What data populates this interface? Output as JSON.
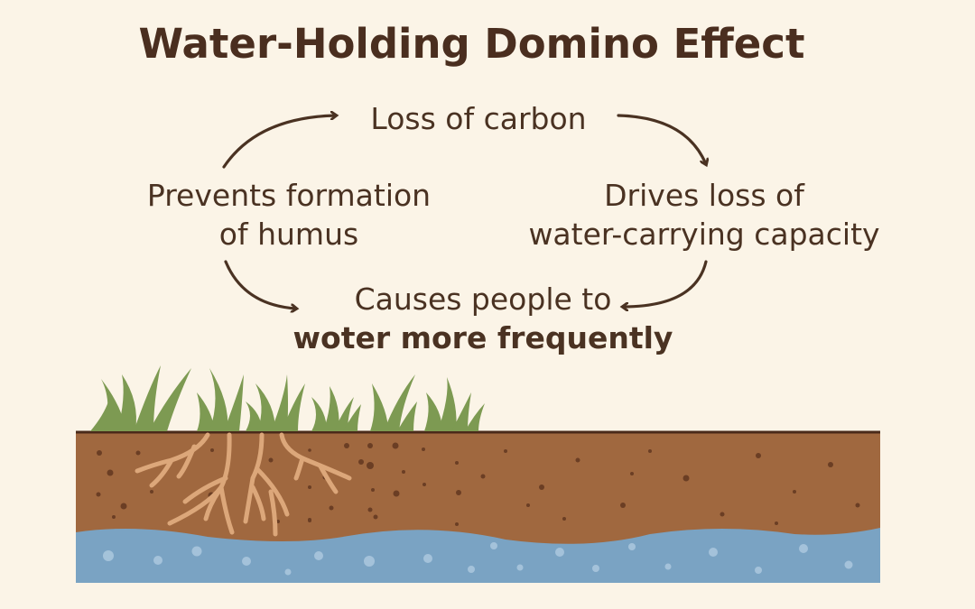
{
  "title": "Water-Holding Domino Effect",
  "nodes": {
    "top": "Loss of carbon",
    "right_line1": "Drives loss of",
    "right_line2": "water-carrying capacity",
    "bottom_line1": "Causes people to",
    "bottom_line2": "woter more frequently",
    "left_line1": "Prevents formation",
    "left_line2": "of humus"
  },
  "colors": {
    "background": "#fbf4e7",
    "text": "#4a3222",
    "grass": "#7d9a52",
    "soil": "#a0683f",
    "roots": "#dca77a",
    "water": "#7aa3c3"
  }
}
